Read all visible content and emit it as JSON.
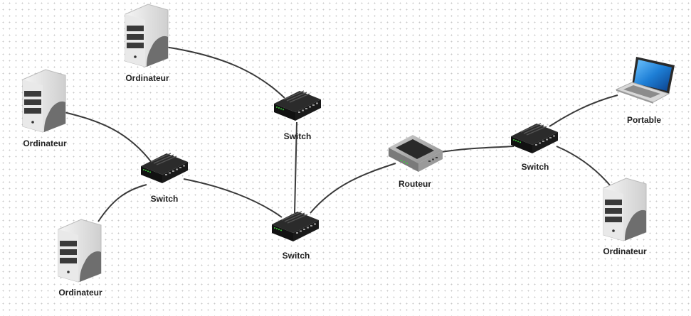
{
  "diagram": {
    "nodes": [
      {
        "id": "pc1",
        "type": "server",
        "label": "Ordinateur"
      },
      {
        "id": "pc2",
        "type": "server",
        "label": "Ordinateur"
      },
      {
        "id": "pc3",
        "type": "server",
        "label": "Ordinateur"
      },
      {
        "id": "pc4",
        "type": "server",
        "label": "Ordinateur"
      },
      {
        "id": "sw1",
        "type": "switch",
        "label": "Switch"
      },
      {
        "id": "sw2",
        "type": "switch",
        "label": "Switch"
      },
      {
        "id": "sw3",
        "type": "switch",
        "label": "Switch"
      },
      {
        "id": "sw4",
        "type": "switch",
        "label": "Switch"
      },
      {
        "id": "router",
        "type": "router",
        "label": "Routeur"
      },
      {
        "id": "laptop",
        "type": "laptop",
        "label": "Portable"
      }
    ],
    "edges": [
      {
        "from": "pc1",
        "to": "sw1"
      },
      {
        "from": "pc2",
        "to": "sw2"
      },
      {
        "from": "pc3",
        "to": "sw2"
      },
      {
        "from": "sw2",
        "to": "sw3"
      },
      {
        "from": "sw1",
        "to": "sw3"
      },
      {
        "from": "sw3",
        "to": "router"
      },
      {
        "from": "router",
        "to": "sw4"
      },
      {
        "from": "sw4",
        "to": "laptop"
      },
      {
        "from": "sw4",
        "to": "pc4"
      }
    ],
    "colors": {
      "edge": "#3a3a3a",
      "device_dark": "#1f1f1f",
      "server_body": "#e3e3e3",
      "server_shadow": "#6e6e6e",
      "switch_led": "#3ecf3e",
      "laptop_screen": "#1e7fd6"
    }
  }
}
